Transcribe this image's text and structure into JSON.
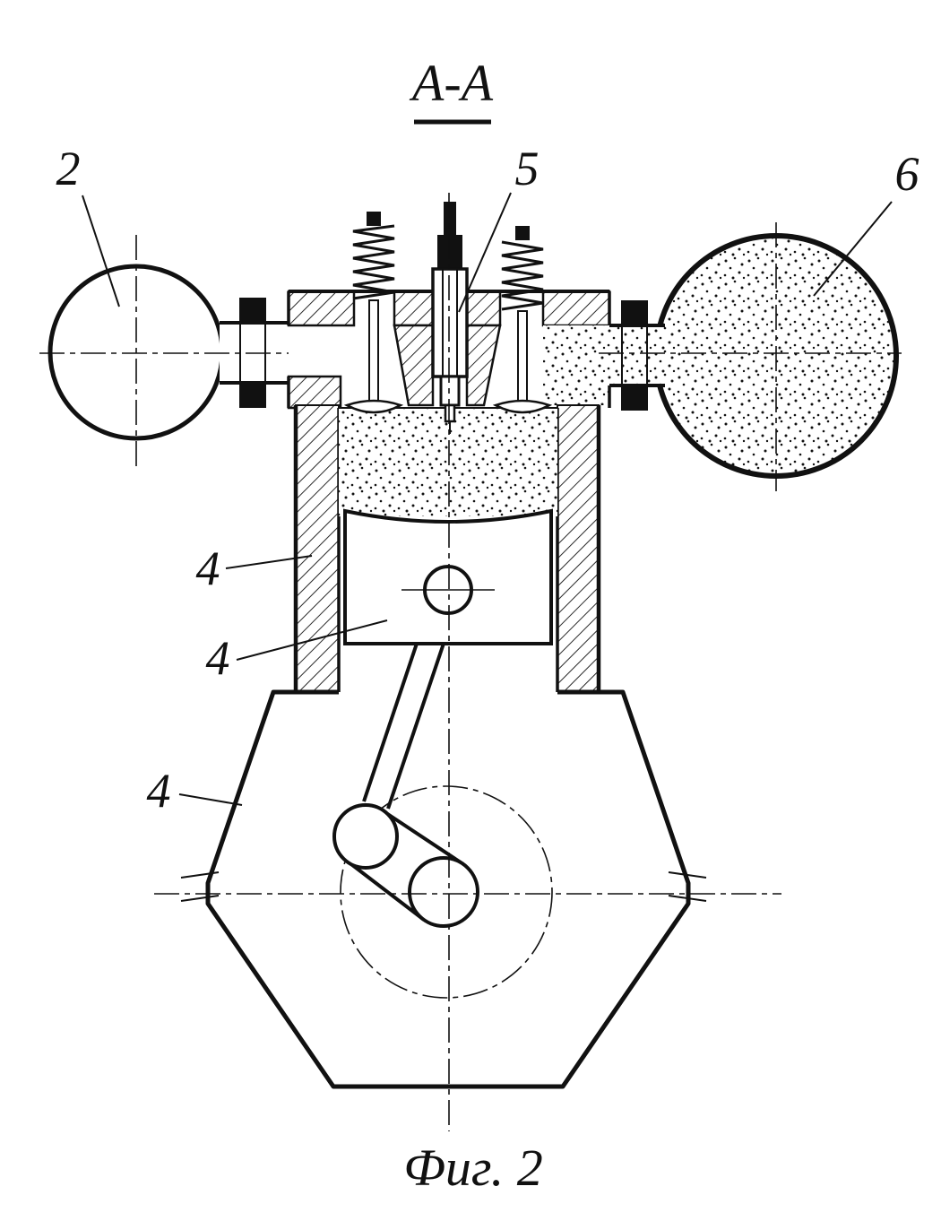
{
  "figure": {
    "section_label": "А-А",
    "caption": "Фиг. 2",
    "callouts": {
      "left_sphere": "2",
      "injector": "5",
      "right_sphere": "6",
      "cylinder_wall": "4",
      "piston": "4",
      "crankcase": "4"
    },
    "colors": {
      "ink": "#111111",
      "paper": "#ffffff"
    }
  }
}
